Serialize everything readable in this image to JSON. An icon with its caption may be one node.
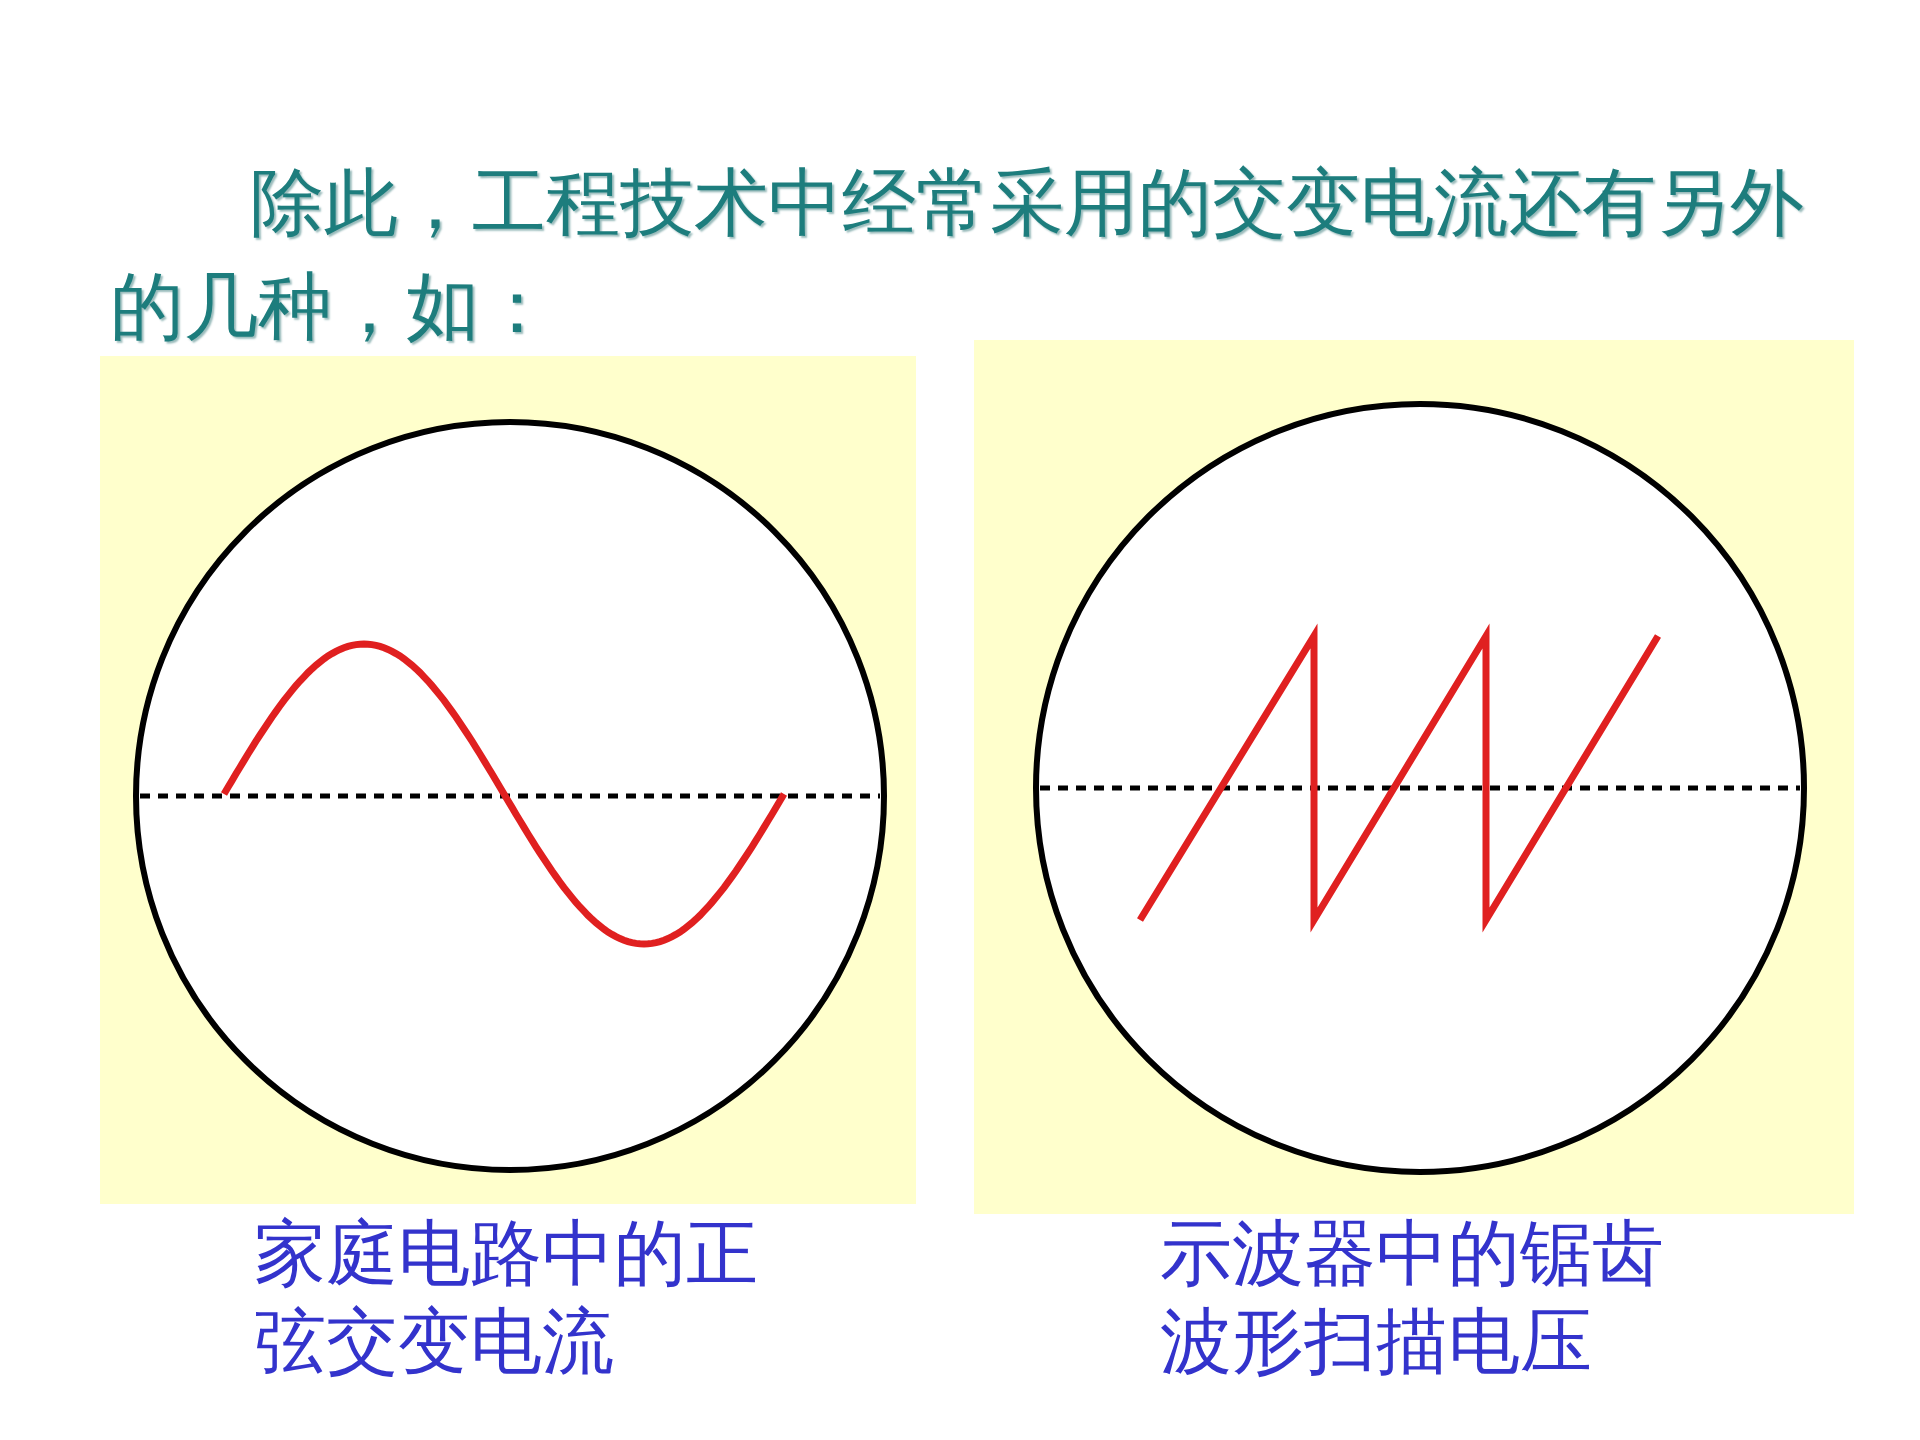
{
  "diagram": {
    "title": "除此，工程技术中经常采用的交变电流还有另外的几种，如：",
    "labels": [
      "家庭电路中的正弦交变电流",
      "示波器中的锯齿波形扫描电压"
    ]
  }
}
